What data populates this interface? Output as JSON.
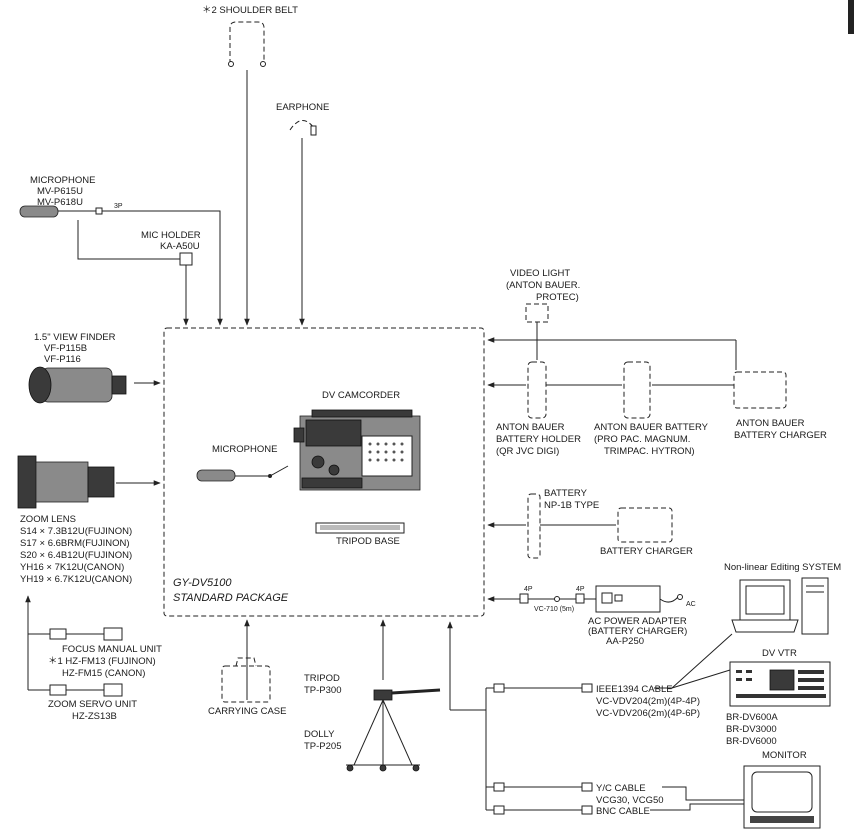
{
  "standard_package": {
    "title": "GY-DV5100",
    "subtitle": "STANDARD PACKAGE",
    "camcorder": "DV CAMCORDER",
    "microphone": "MICROPHONE",
    "tripod_base": "TRIPOD BASE"
  },
  "accessories": {
    "shoulder_belt": "＊2 SHOULDER BELT",
    "earphone": "EARPHONE",
    "microphone": [
      "MICROPHONE",
      "MV-P615U",
      "MV-P618U"
    ],
    "mic_plug": "3P",
    "mic_holder": [
      "MIC HOLDER",
      "KA-A50U"
    ],
    "viewfinder": [
      "1.5\" VIEW FINDER",
      "VF-P115B",
      "VF-P116"
    ],
    "zoom_lens": [
      "ZOOM LENS",
      "S14 × 7.3B12U(FUJINON)",
      "S17 × 6.6BRM(FUJINON)",
      "S20 × 6.4B12U(FUJINON)",
      "YH16 × 7K12U(CANON)",
      "YH19 × 6.7K12U(CANON)"
    ],
    "focus_unit": [
      "FOCUS MANUAL UNIT",
      "＊1 HZ-FM13 (FUJINON)",
      "HZ-FM15 (CANON)"
    ],
    "zoom_servo": [
      "ZOOM SERVO UNIT",
      "HZ-ZS13B"
    ],
    "carrying_case": "CARRYING CASE",
    "tripod": [
      "TRIPOD",
      "TP-P300"
    ],
    "dolly": [
      "DOLLY",
      "TP-P205"
    ],
    "video_light": [
      "VIDEO LIGHT",
      "(ANTON BAUER.",
      "PROTEC)"
    ],
    "ab_holder": [
      "ANTON BAUER",
      "BATTERY HOLDER",
      "(QR JVC DIGI)"
    ],
    "ab_battery": [
      "ANTON BAUER BATTERY",
      "(PRO PAC. MAGNUM.",
      "TRIMPAC. HYTRON)"
    ],
    "ab_charger": [
      "ANTON BAUER",
      "BATTERY CHARGER"
    ],
    "battery": [
      "BATTERY",
      "NP-1B TYPE"
    ],
    "battery_charger": "BATTERY CHARGER",
    "ac_adapter": [
      "AC POWER ADAPTER",
      "(BATTERY CHARGER)",
      "AA-P250"
    ],
    "ac_cable_plug_left": "4P",
    "ac_cable_plug_right": "4P",
    "ac_cable": "VC-710 (5m)",
    "ac_label": "AC"
  },
  "external": {
    "nle": "Non-linear Editing SYSTEM",
    "dv_vtr": "DV VTR",
    "vtr_models": [
      "BR-DV600A",
      "BR-DV3000",
      "BR-DV6000"
    ],
    "ieee_cable": [
      "IEEE1394 CABLE",
      "VC-VDV204(2m)(4P-4P)",
      "VC-VDV206(2m)(4P-6P)"
    ],
    "monitor": "MONITOR",
    "yc_cable": [
      "Y/C CABLE",
      "VCG30, VCG50"
    ],
    "bnc_cable": "BNC CABLE"
  }
}
